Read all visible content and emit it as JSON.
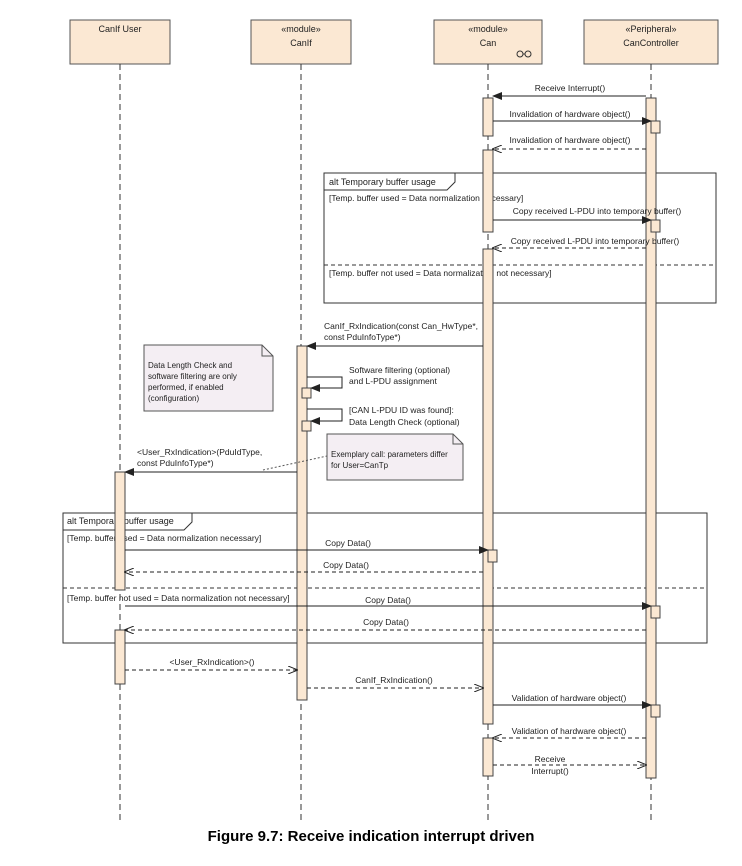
{
  "colors": {
    "lifeline_box_fill": "#fbe8d3",
    "activation_fill": "#fbe8d3",
    "note_fill": "#f4eef3",
    "line": "#333333"
  },
  "lifelines": [
    {
      "stereotype": "",
      "name": "CanIf User"
    },
    {
      "stereotype": "«module»",
      "name": "CanIf"
    },
    {
      "stereotype": "«module»",
      "name": "Can",
      "icon": "component-icon"
    },
    {
      "stereotype": "«Peripheral»",
      "name": "CanController"
    }
  ],
  "messages": [
    {
      "label": "Receive Interrupt()"
    },
    {
      "label": "Invalidation of hardware object()"
    },
    {
      "label": "Invalidation of hardware object()"
    },
    {
      "label": "Copy received L-PDU into temporary buffer()"
    },
    {
      "label": "Copy received L-PDU into temporary buffer()"
    },
    {
      "label": "CanIf_RxIndication(const Can_HwType*,",
      "label2": "const PduInfoType*)"
    },
    {
      "label": "Software filtering (optional)",
      "label2": "and L-PDU assignment"
    },
    {
      "label": "[CAN L-PDU ID was found]:",
      "label2": "Data Length Check (optional)"
    },
    {
      "label": "<User_RxIndication>(PduIdType,",
      "label2": "const PduInfoType*)"
    },
    {
      "label": "Copy Data()"
    },
    {
      "label": "Copy Data()"
    },
    {
      "label": "Copy Data()"
    },
    {
      "label": "Copy Data()"
    },
    {
      "label": "<User_RxIndication>()"
    },
    {
      "label": "CanIf_RxIndication()"
    },
    {
      "label": "Validation of hardware object()"
    },
    {
      "label": "Validation of hardware object()"
    },
    {
      "label": "Receive",
      "label2": "Interrupt()"
    }
  ],
  "fragments": [
    {
      "title": "alt Temporary buffer usage",
      "guard1": "[Temp. buffer used = Data normalization necessary]",
      "guard2": "[Temp. buffer not used = Data normalization not necessary]"
    },
    {
      "title": "alt Temporary buffer usage",
      "guard1": "[Temp. buffer used = Data normalization necessary]",
      "guard2": "[Temp. buffer not used = Data normalization not necessary]"
    }
  ],
  "notes": [
    {
      "lines": [
        "Data Length Check and",
        "software filtering are only",
        "performed, if enabled",
        "(configuration)"
      ]
    },
    {
      "lines": [
        "Exemplary call: parameters differ",
        "for User=CanTp"
      ]
    }
  ],
  "caption": "Figure 9.7: Receive indication interrupt driven"
}
